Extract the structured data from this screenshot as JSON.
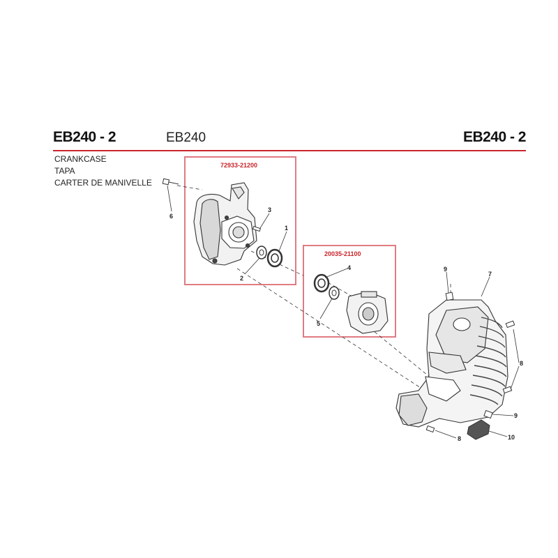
{
  "header": {
    "model_left": "EB240 - 2",
    "model_center": "EB240",
    "model_right": "EB240 - 2",
    "rule_color": "#c9242b"
  },
  "section": {
    "names": [
      "CRANKCASE",
      "TAPA",
      "CARTER DE MANIVELLE"
    ]
  },
  "kits": [
    {
      "part_no": "72933-21200",
      "color": "#c9242b"
    },
    {
      "part_no": "20035-21100",
      "color": "#c9242b"
    }
  ],
  "callouts": [
    "1",
    "2",
    "3",
    "4",
    "5",
    "6",
    "7",
    "8",
    "9",
    "10"
  ],
  "callouts_repeat": {
    "eight_b": "8",
    "nine_b": "9"
  }
}
